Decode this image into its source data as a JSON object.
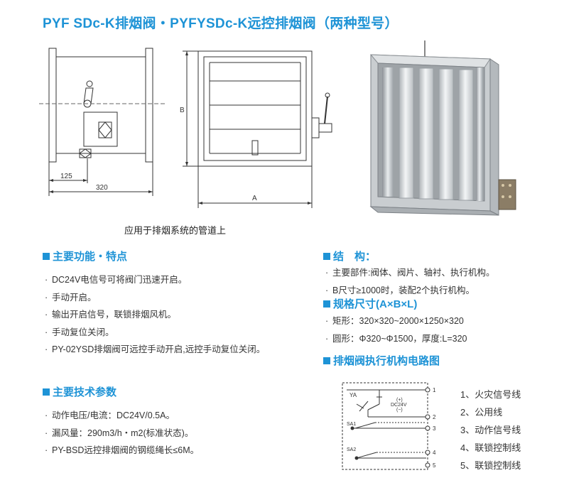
{
  "title": "PYF SDc-K排烟阀・PYFYSDc-K远控排烟阀（两种型号）",
  "drawing": {
    "dim_125": "125",
    "dim_320": "320",
    "dim_b": "B",
    "dim_a": "A",
    "caption": "应用于排烟系统的管道上"
  },
  "features": {
    "heading": "主要功能・特点",
    "items": [
      "DC24V电信号可将阀门迅速开启。",
      "手动开启。",
      "输出开启信号，联锁排烟风机。",
      "手动复位关闭。",
      "PY-02YSD排烟阀可远控手动开启,远控手动复位关闭。"
    ]
  },
  "tech": {
    "heading": "主要技术参数",
    "items": [
      "动作电压/电流：DC24V/0.5A。",
      "漏风量：290m3/h・m2(标准状态)。",
      "PY-BSD远控排烟阀的钢缆绳长≤6M。"
    ]
  },
  "structure": {
    "heading": "结　构：",
    "items": [
      "主要部件:阀体、阀片、轴衬、执行机构。",
      "B尺寸≥1000时，装配2个执行机构。"
    ]
  },
  "specs": {
    "heading": "规格尺寸(A×B×L)",
    "items": [
      "矩形：320×320~2000×1250×320",
      "圆形：Φ320~Φ1500，厚度:L=320"
    ]
  },
  "circuit": {
    "heading": "排烟阀执行机构电路图",
    "labels": {
      "ya": "YA",
      "dc": "DC24V",
      "plus": "(+)",
      "minus": "(−)",
      "sa1": "SA1",
      "sa2": "SA2",
      "t1": "1",
      "t2": "2",
      "t3": "3",
      "t4": "4",
      "t5": "5"
    },
    "legend": [
      "1、火灾信号线",
      "2、公用线",
      "3、动作信号线",
      "4、联锁控制线",
      "5、联锁控制线"
    ]
  }
}
